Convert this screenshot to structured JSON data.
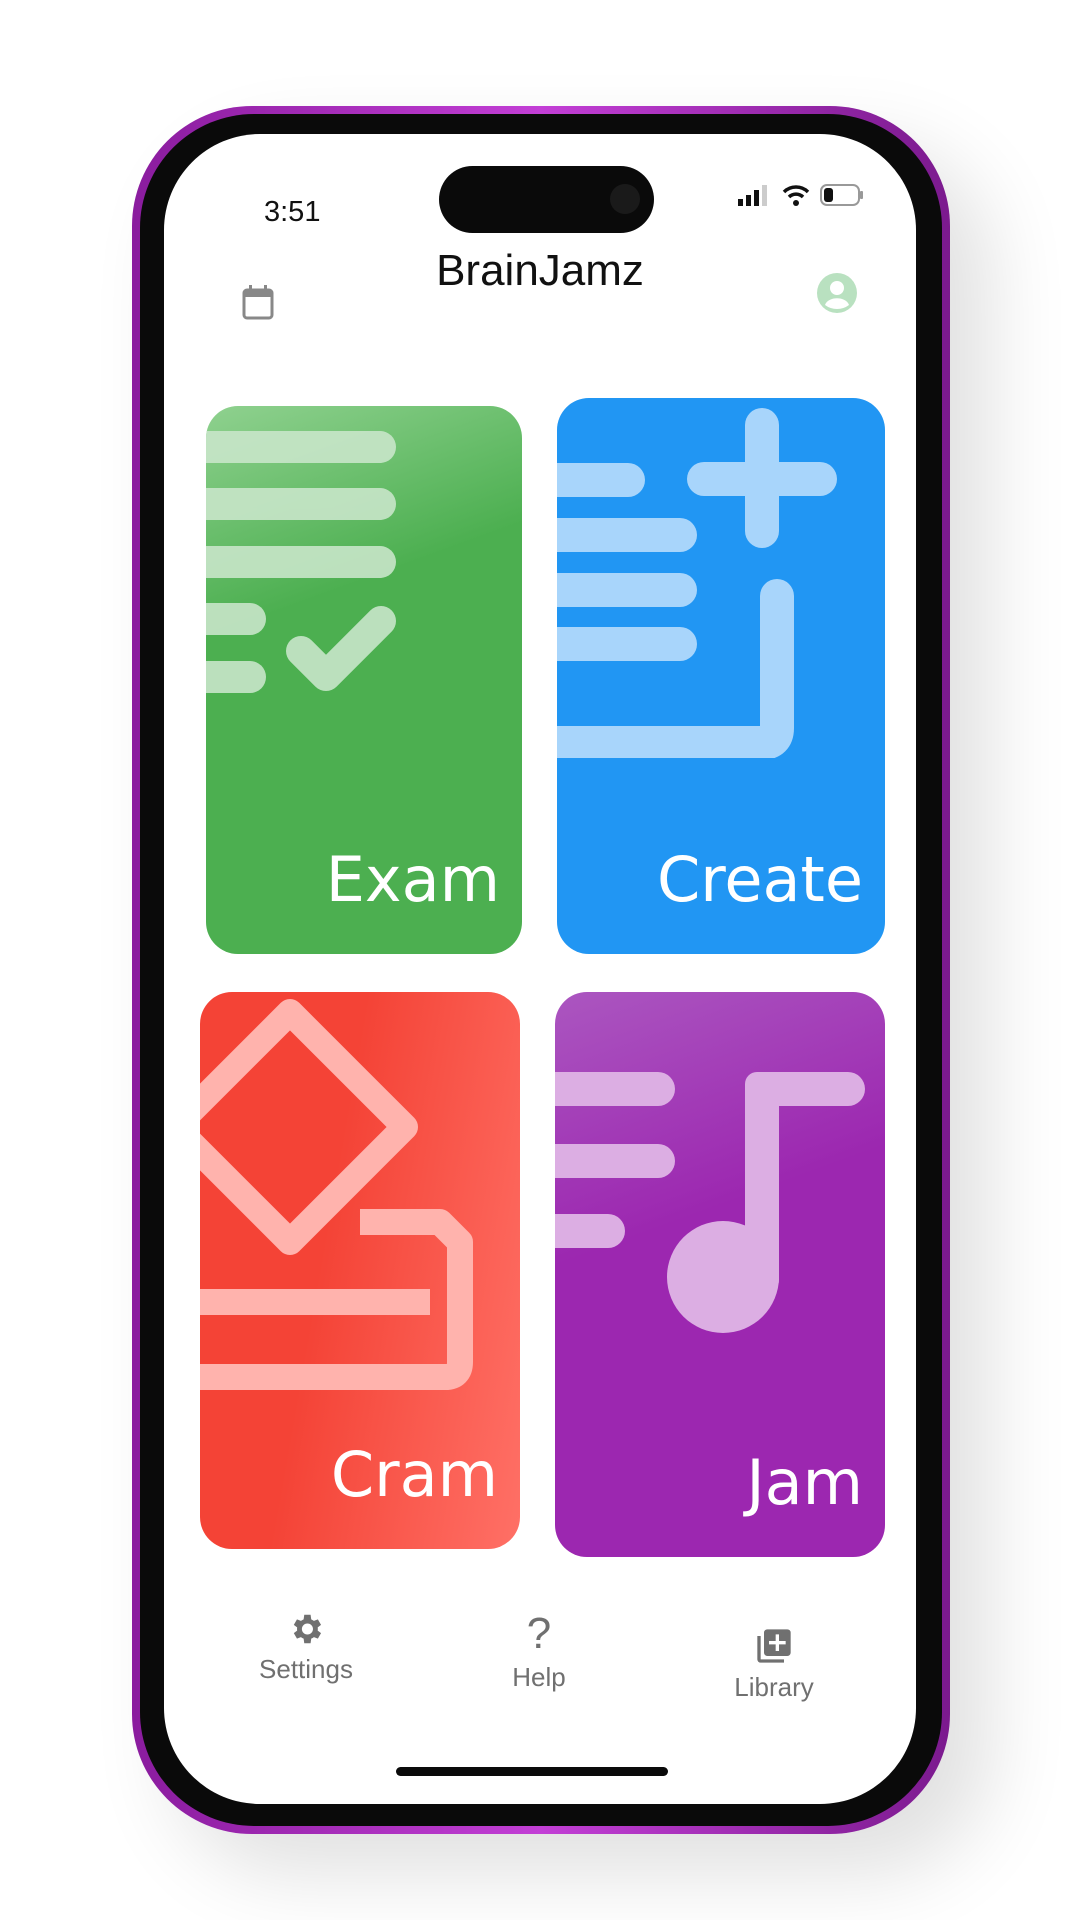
{
  "status_bar": {
    "time": "3:51"
  },
  "header": {
    "title": "BrainJamz",
    "left_icon": "calendar-icon",
    "right_icon": "account-circle-icon"
  },
  "tiles": [
    {
      "label": "Exam",
      "color": "#4CAF50",
      "icon": "exam-checklist-icon"
    },
    {
      "label": "Create",
      "color": "#2196F3",
      "icon": "playlist-add-icon"
    },
    {
      "label": "Cram",
      "color": "#F44336",
      "icon": "eraser-icon"
    },
    {
      "label": "Jam",
      "color": "#9C27B0",
      "icon": "music-note-list-icon"
    }
  ],
  "bottom_nav": [
    {
      "label": "Settings",
      "icon": "gear-icon"
    },
    {
      "label": "Help",
      "icon": "question-icon"
    },
    {
      "label": "Library",
      "icon": "library-add-icon"
    }
  ]
}
